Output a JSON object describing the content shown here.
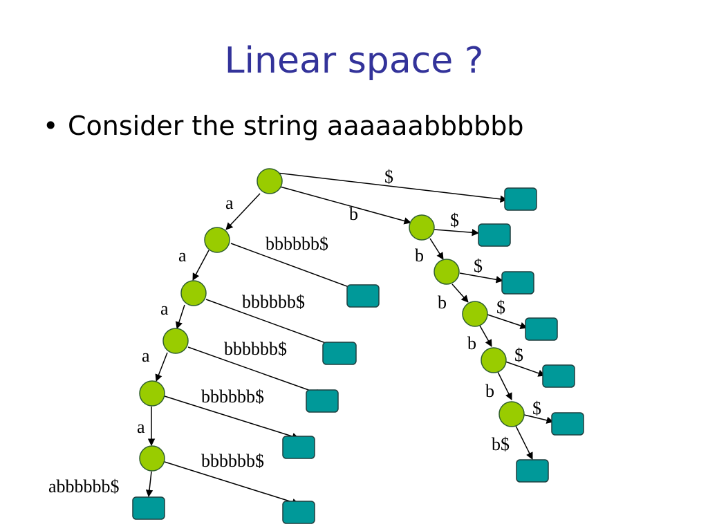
{
  "slide": {
    "title": "Linear space ?",
    "bullet": "Consider the string aaaaaabbbbbb"
  },
  "colors": {
    "title": "#33339a",
    "internal_node": "#99cc00",
    "leaf": "#009999"
  },
  "edge_labels": {
    "root_dollar": "$",
    "root_a": "a",
    "root_b": "b",
    "a1_a": "a",
    "a1_leaf": "bbbbbb$",
    "a2_a": "a",
    "a2_leaf": "bbbbbb$",
    "a3_a": "a",
    "a3_leaf": "bbbbbb$",
    "a4_a": "a",
    "a4_leaf": "bbbbbb$",
    "a5_leaf": "bbbbbb$",
    "a5_final": "abbbbbb$",
    "b1_dollar": "$",
    "b1_b": "b",
    "b2_dollar": "$",
    "b2_b": "b",
    "b3_dollar": "$",
    "b3_b": "b",
    "b4_dollar": "$",
    "b4_b": "b",
    "b5_dollar": "$",
    "b5_final": "b$"
  }
}
